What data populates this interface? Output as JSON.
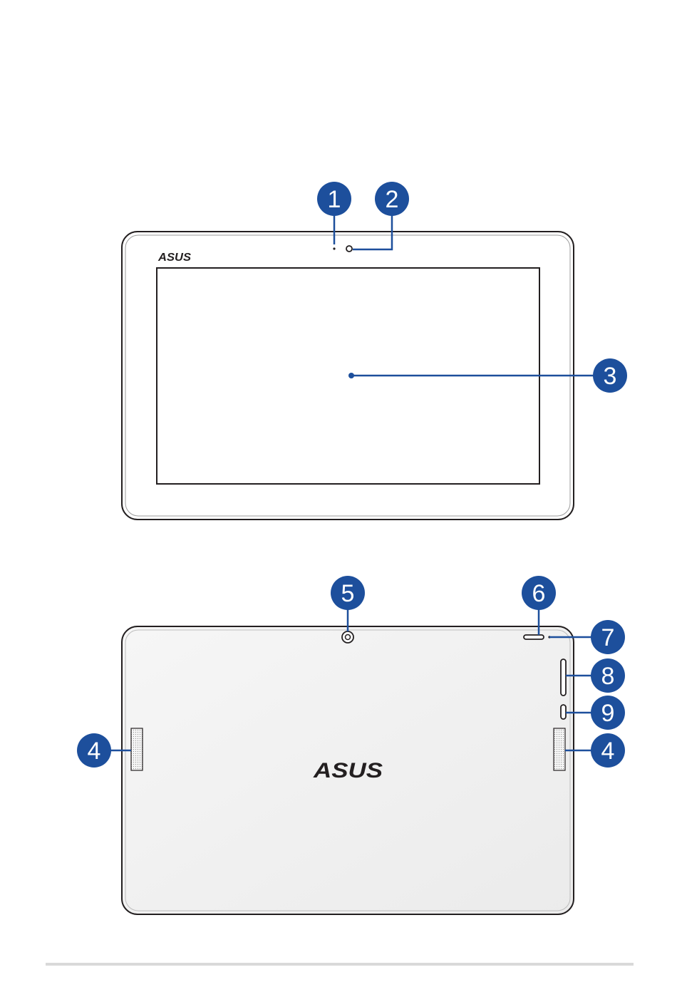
{
  "brand": {
    "front_logo": "ASUS",
    "back_logo": "ASUS"
  },
  "colors": {
    "callout_fill": "#1d4f9c",
    "callout_line": "#1d4f9c",
    "device_outline": "#231f20",
    "back_panel_fill": "#f1f1f1",
    "front_bezel_fill": "#ffffff",
    "footer_rule": "#d9d9d9"
  },
  "callouts": {
    "front": [
      {
        "id": "callout-1",
        "label": "1"
      },
      {
        "id": "callout-2",
        "label": "2"
      },
      {
        "id": "callout-3",
        "label": "3"
      }
    ],
    "back": [
      {
        "id": "callout-4-left",
        "label": "4"
      },
      {
        "id": "callout-4-right",
        "label": "4"
      },
      {
        "id": "callout-5",
        "label": "5"
      },
      {
        "id": "callout-6",
        "label": "6"
      },
      {
        "id": "callout-7",
        "label": "7"
      },
      {
        "id": "callout-8",
        "label": "8"
      },
      {
        "id": "callout-9",
        "label": "9"
      }
    ]
  }
}
